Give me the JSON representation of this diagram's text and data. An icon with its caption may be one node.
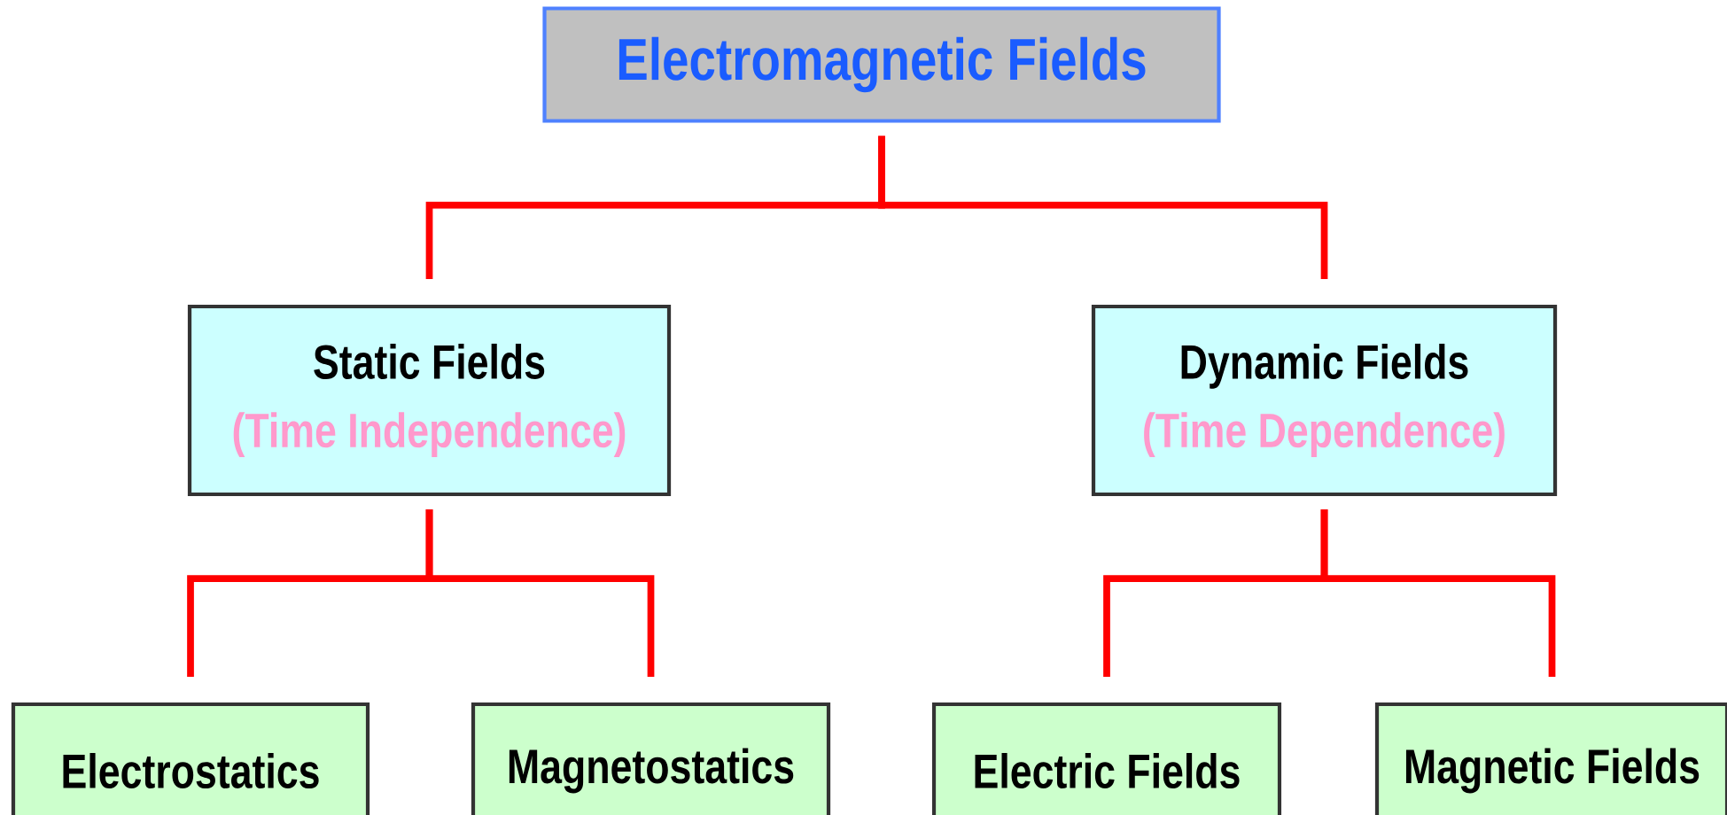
{
  "diagram": {
    "nodes": [
      {
        "text": [
          "Electromagnetic Fields"
        ]
      },
      {
        "text": [
          "Static Fields",
          "(Time Independence)"
        ]
      },
      {
        "text": [
          "Dynamic Fields",
          "(Time Dependence)"
        ]
      },
      {
        "text": [
          "Electrostatics"
        ]
      },
      {
        "text": [
          "Magnetostatics"
        ]
      },
      {
        "text": [
          "Electric Fields"
        ]
      },
      {
        "text": [
          "Magnetic Fields"
        ]
      }
    ],
    "edges": [
      {
        "from": 0,
        "to": 1,
        "arrow": "none"
      },
      {
        "from": 0,
        "to": 2,
        "arrow": "none"
      },
      {
        "from": 1,
        "to": 3,
        "arrow": "none"
      },
      {
        "from": 1,
        "to": 4,
        "arrow": "none"
      },
      {
        "from": 2,
        "to": 5,
        "arrow": "none"
      },
      {
        "from": 2,
        "to": 6,
        "arrow": "none"
      }
    ]
  }
}
